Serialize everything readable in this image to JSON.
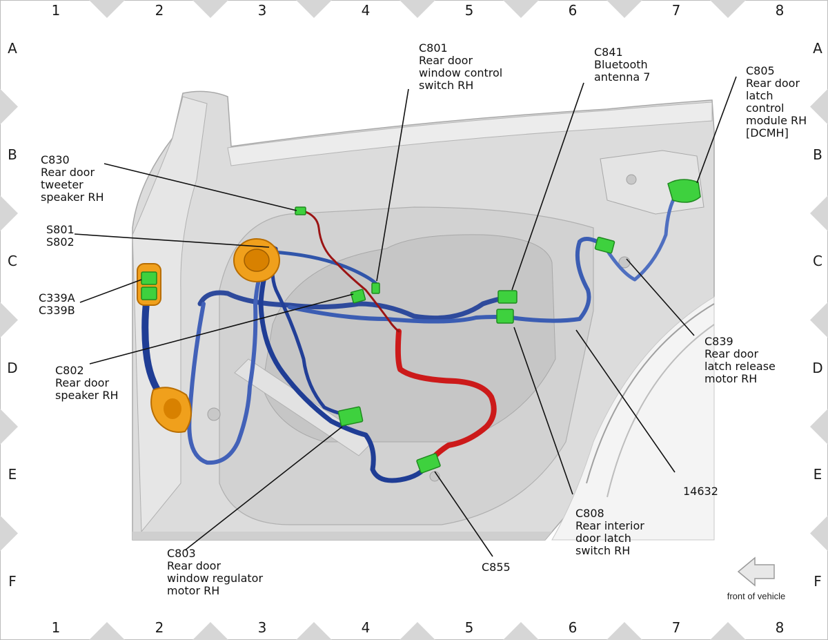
{
  "grid": {
    "columns": [
      "1",
      "2",
      "3",
      "4",
      "5",
      "6",
      "7",
      "8"
    ],
    "rows": [
      "A",
      "B",
      "C",
      "D",
      "E",
      "F"
    ]
  },
  "labels": {
    "c801": [
      "C801",
      "Rear door",
      "window control",
      "switch RH"
    ],
    "c841": [
      "C841",
      "Bluetooth",
      "antenna 7"
    ],
    "c805": [
      "C805",
      "Rear door",
      "latch",
      "control",
      "module RH",
      "[DCMH]"
    ],
    "c830": [
      "C830",
      "Rear door",
      "tweeter",
      "speaker RH"
    ],
    "s801": [
      "S801",
      "S802"
    ],
    "c339": [
      "C339A",
      "C339B"
    ],
    "c802": [
      "C802",
      "Rear door",
      "speaker RH"
    ],
    "c839": [
      "C839",
      "Rear door",
      "latch release",
      "motor RH"
    ],
    "c803": [
      "C803",
      "Rear door",
      "window regulator",
      "motor RH"
    ],
    "c855": [
      "C855"
    ],
    "c808": [
      "C808",
      "Rear interior",
      "door latch",
      "switch RH"
    ],
    "harness": [
      "14632"
    ]
  },
  "front_of_vehicle": "front of vehicle",
  "colors": {
    "harness_blue": "#3355a8",
    "harness_red": "#cc1a1a",
    "connector_green": "#3ed13e",
    "speaker_orange": "#f0a01c",
    "door_panel": "#d8d8d8",
    "frame_marker": "#d6d6d6"
  }
}
